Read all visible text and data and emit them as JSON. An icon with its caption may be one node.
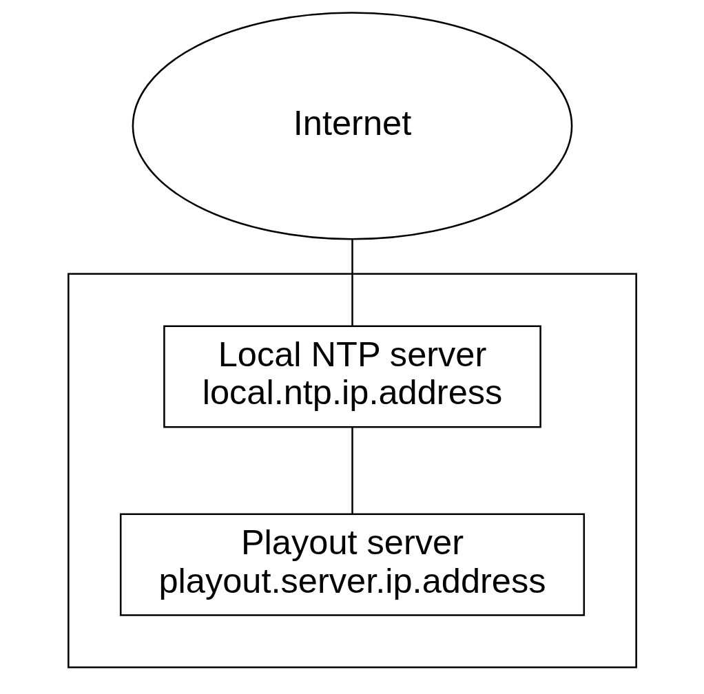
{
  "diagram": {
    "nodes": [
      {
        "text": [
          "Internet"
        ]
      },
      {
        "text": [],
        "shape": "box"
      },
      {
        "text": [
          "Local NTP server",
          "local.ntp.ip.address"
        ],
        "in": 1
      },
      {
        "text": [
          "Playout server",
          "playout.server.ip.address"
        ],
        "in": 1
      }
    ],
    "edges": [
      {
        "from": 0,
        "to": 2,
        "arrow": "none"
      },
      {
        "from": 2,
        "to": 3,
        "arrow": "none"
      }
    ]
  }
}
